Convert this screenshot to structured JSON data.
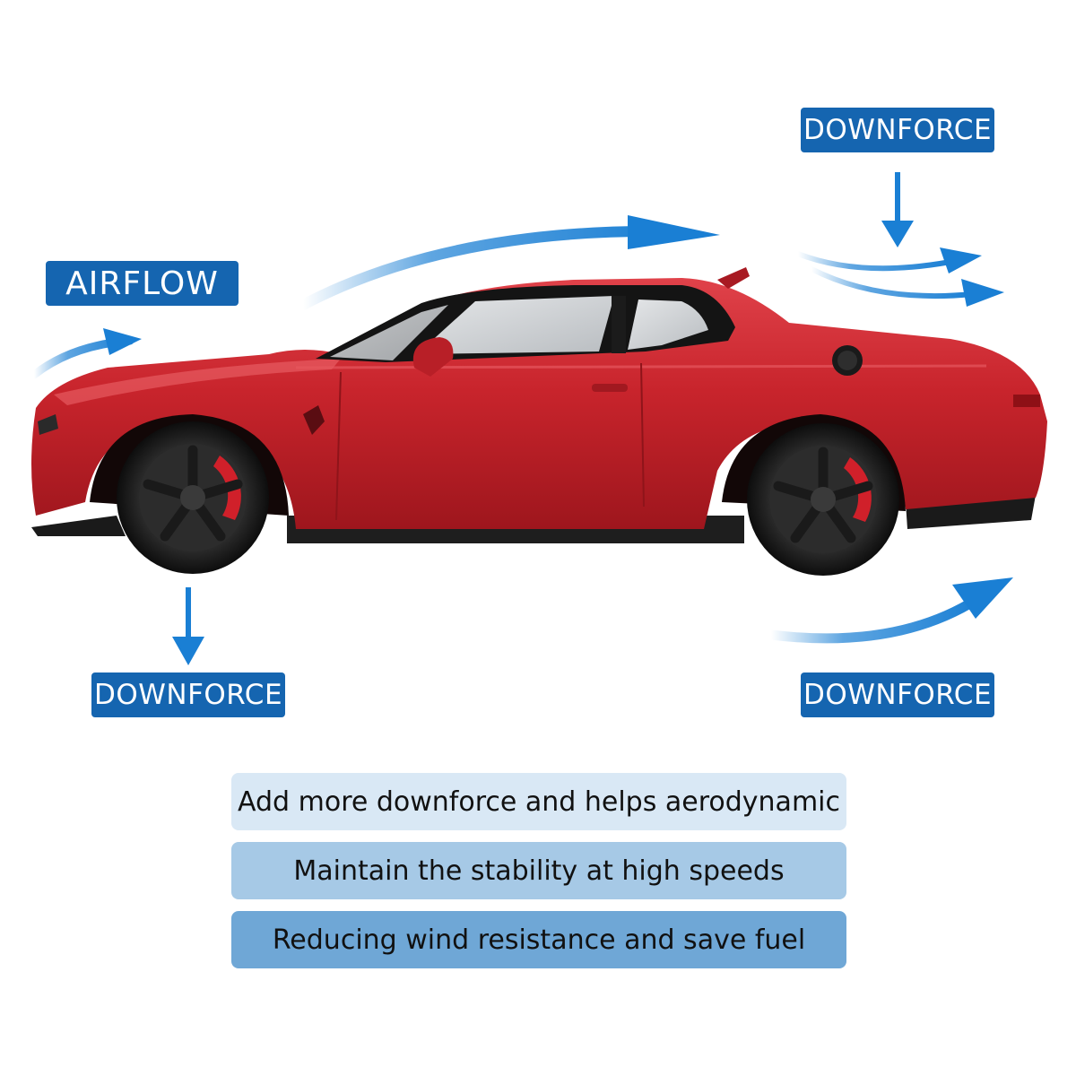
{
  "labels": {
    "airflow": "AIRFLOW",
    "downforce_top": "DOWNFORCE",
    "downforce_bottom_left": "DOWNFORCE",
    "downforce_bottom_right": "DOWNFORCE"
  },
  "benefits": [
    "Add more downforce and helps aerodynamic",
    "Maintain the stability at high speeds",
    "Reducing wind resistance and save fuel"
  ],
  "colors": {
    "label_bg": "#1565b0",
    "arrow": "#1a7fd4",
    "car_body": "#c8242c"
  }
}
